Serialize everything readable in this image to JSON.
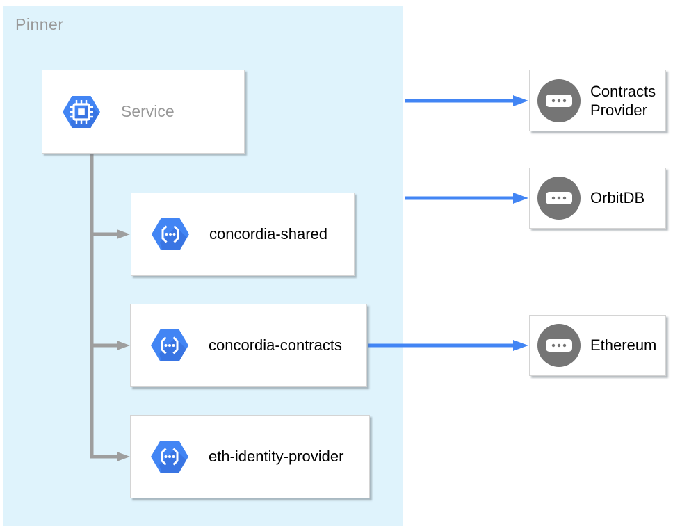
{
  "container": {
    "label": "Pinner"
  },
  "nodes": {
    "service": {
      "label": "Service",
      "icon": "compute-engine-hexagon-icon"
    },
    "concordia_shared": {
      "label": "concordia-shared",
      "icon": "api-endpoints-hexagon-icon"
    },
    "concordia_contracts": {
      "label": "concordia-contracts",
      "icon": "api-endpoints-hexagon-icon"
    },
    "eth_identity_provider": {
      "label": "eth-identity-provider",
      "icon": "api-endpoints-hexagon-icon"
    },
    "contracts_provider": {
      "label": "Contracts Provider",
      "icon": "generic-service-circle-icon"
    },
    "orbitdb": {
      "label": "OrbitDB",
      "icon": "generic-service-circle-icon"
    },
    "ethereum": {
      "label": "Ethereum",
      "icon": "generic-service-circle-icon"
    }
  },
  "edges": [
    {
      "from": "Service",
      "to": "concordia-shared",
      "style": "gray-tree-arrow"
    },
    {
      "from": "Service",
      "to": "concordia-contracts",
      "style": "gray-tree-arrow"
    },
    {
      "from": "Service",
      "to": "eth-identity-provider",
      "style": "gray-tree-arrow"
    },
    {
      "from": "Pinner",
      "to": "Contracts Provider",
      "style": "blue-arrow"
    },
    {
      "from": "Pinner",
      "to": "OrbitDB",
      "style": "blue-arrow"
    },
    {
      "from": "concordia-contracts",
      "to": "Ethereum",
      "style": "blue-arrow"
    }
  ],
  "colors": {
    "container_fill": "#DFF3FC",
    "node_fill": "#FFFFFF",
    "node_border": "#D4D4D4",
    "hexagon_blue": "#4285F4",
    "hexagon_shade_blue": "#3367D6",
    "circle_gray": "#757575",
    "gray_edge": "#9E9E9E",
    "blue_edge": "#4285F4",
    "muted_text": "#999999",
    "dark_text": "#000000"
  }
}
